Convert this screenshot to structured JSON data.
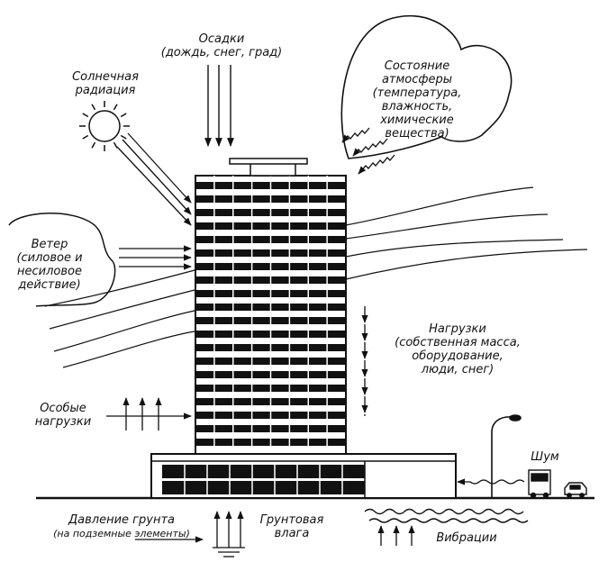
{
  "labels": {
    "precipitation": [
      "Осадки",
      "(дождь, снег, град)"
    ],
    "solar": [
      "Солнечная",
      "радиация"
    ],
    "atmosphere": [
      "Состояние",
      "атмосферы",
      "(температура,",
      "влажность,",
      "химические",
      "вещества)"
    ],
    "wind": [
      "Ветер",
      "(силовое и",
      "несиловое",
      "действие)"
    ],
    "loads": [
      "Нагрузки",
      "(собственная масса,",
      "оборудование,",
      "люди, снег)"
    ],
    "special": [
      "Особые",
      "нагрузки"
    ],
    "noise": "Шум",
    "soil_pressure": [
      "Давление грунта",
      "(на подземные элементы)"
    ],
    "groundwater": [
      "Грунтовая",
      "влага"
    ],
    "vibration": "Вибрации"
  },
  "colors": {
    "ink": "#111111",
    "paper": "#ffffff"
  }
}
